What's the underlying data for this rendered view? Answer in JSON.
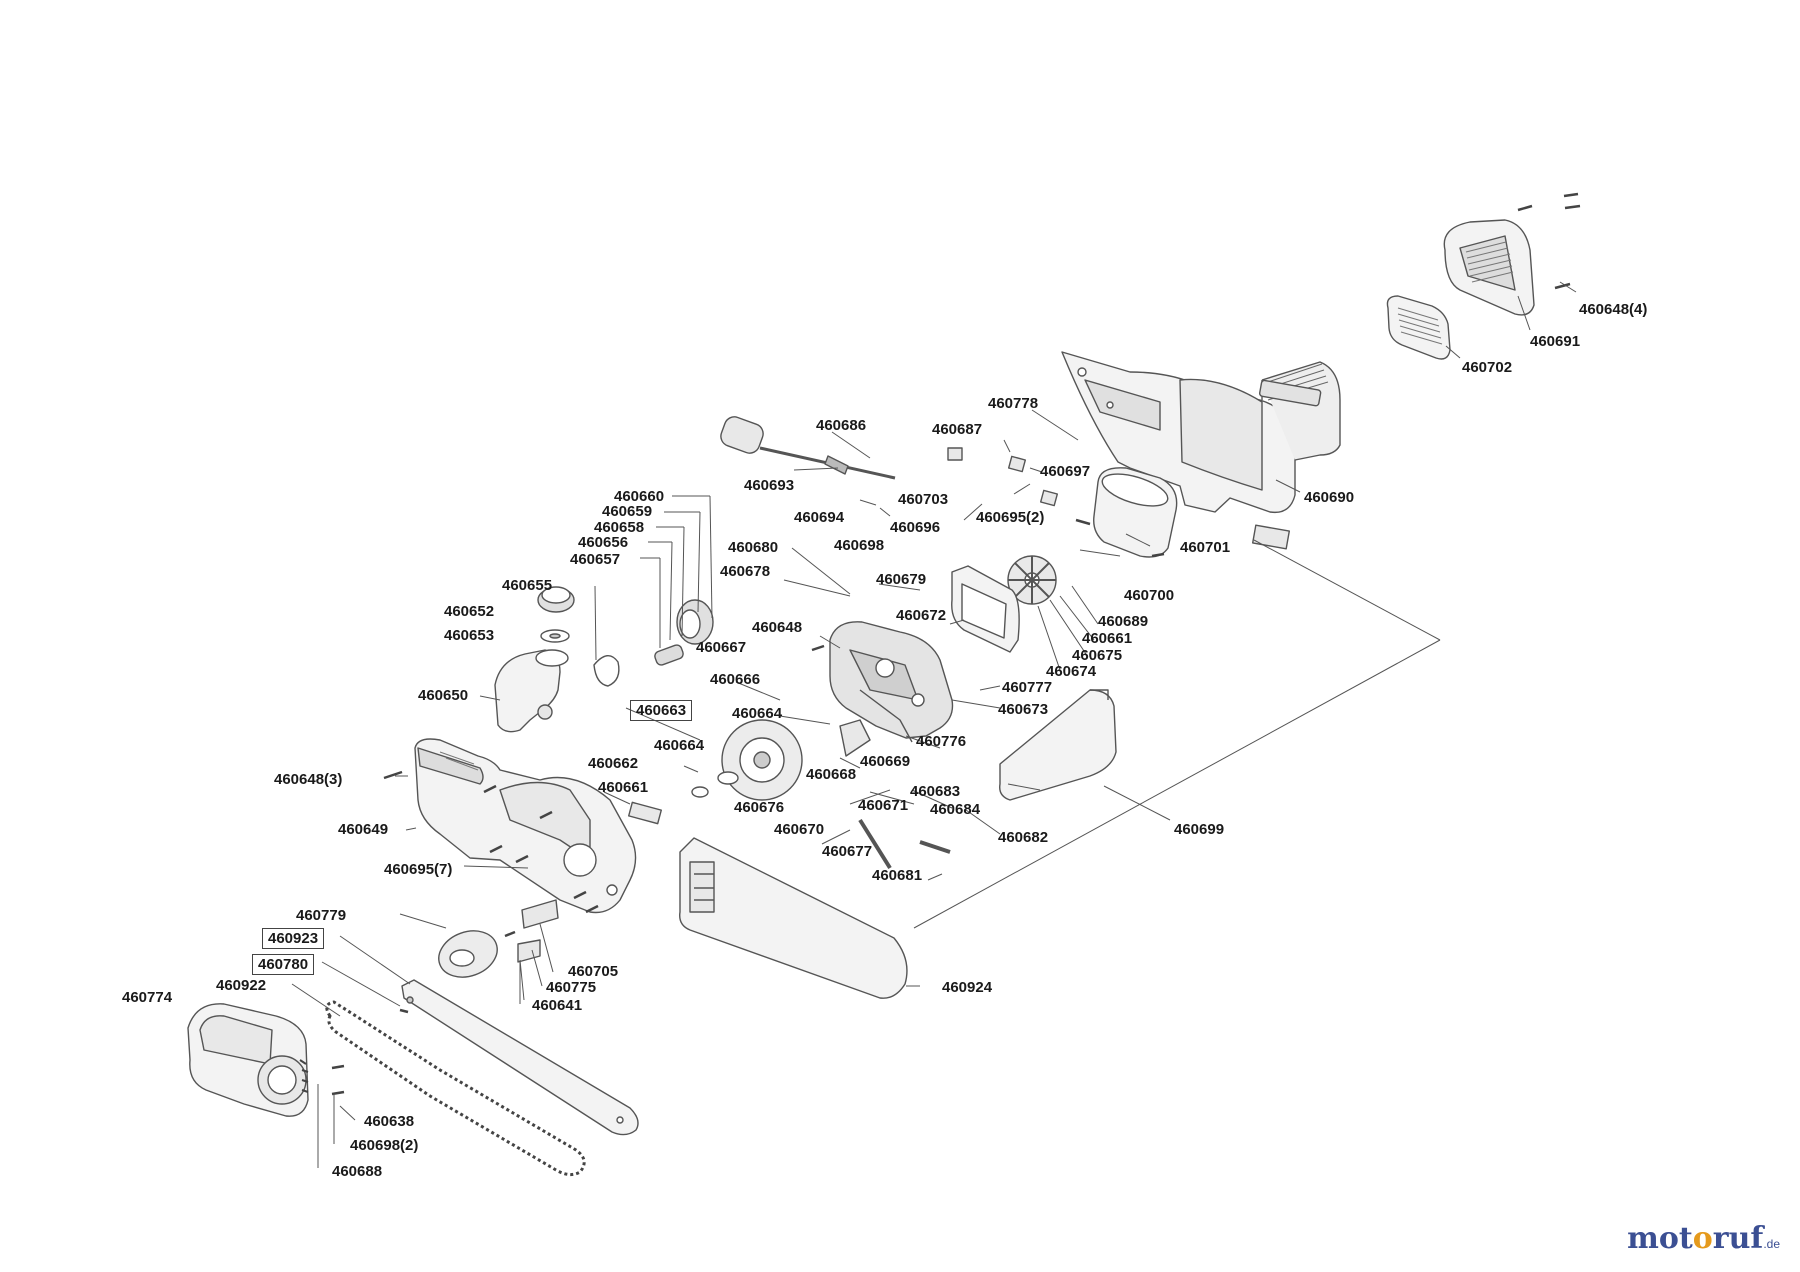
{
  "parts": [
    "460648(4)",
    "460691",
    "460702",
    "460778",
    "460690",
    "460686",
    "460687",
    "460697",
    "460693",
    "460703",
    "460695(2)",
    "460694",
    "460696",
    "460698",
    "460660",
    "460659",
    "460658",
    "460656",
    "460657",
    "460680",
    "460701",
    "460678",
    "460679",
    "460700",
    "460655",
    "460689",
    "460661",
    "460652",
    "460672",
    "460675",
    "460648",
    "460653",
    "460667",
    "460674",
    "460777",
    "460666",
    "460650",
    "460673",
    "460663",
    "460664",
    "460776",
    "460664",
    "460669",
    "460662",
    "460668",
    "460648(3)",
    "460683",
    "460661",
    "460671",
    "460684",
    "460676",
    "460682",
    "460670",
    "460699",
    "460649",
    "460677",
    "460695(7)",
    "460681",
    "460779",
    "460923",
    "460705",
    "460780",
    "460775",
    "460924",
    "460774",
    "460922",
    "460641",
    "460638",
    "460698(2)",
    "460688"
  ],
  "boxed_parts": [
    "460663",
    "460923",
    "460780"
  ],
  "logo": {
    "part1": "mot",
    "part2": "o",
    "part3": "ruf",
    "tld": ".de"
  }
}
